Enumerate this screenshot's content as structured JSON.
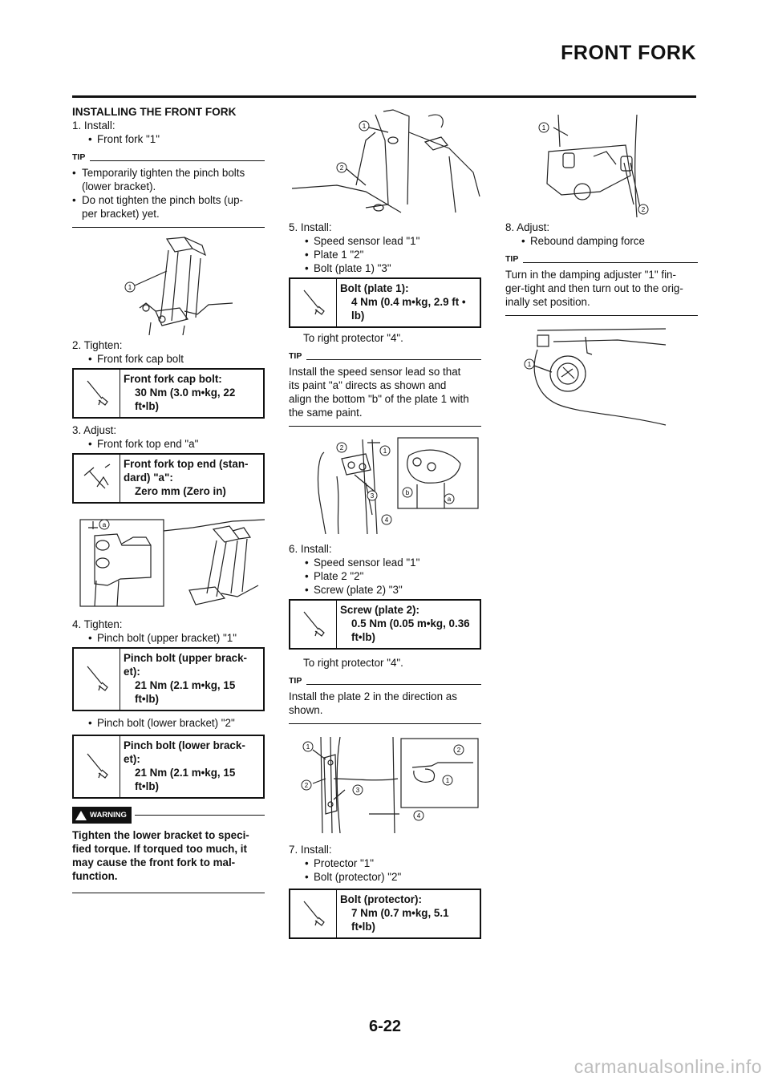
{
  "header": {
    "title": "FRONT FORK"
  },
  "col1": {
    "section_title": "INSTALLING THE FRONT FORK",
    "step1": {
      "label": "1. Install:",
      "bullet": "Front fork \"1\""
    },
    "tip1": {
      "head": "TIP",
      "items": [
        {
          "l1": "Temporarily tighten the pinch bolts",
          "l2": "(lower bracket)."
        },
        {
          "l1": "Do not tighten the pinch bolts (up-",
          "l2": "per bracket) yet."
        }
      ]
    },
    "step2": {
      "label": "2. Tighten:",
      "bullet": "Front fork cap bolt"
    },
    "spec2": {
      "name": "Front fork cap bolt:",
      "v1": "30 Nm (3.0 m•kg, 22",
      "v2": "ft•lb)"
    },
    "step3": {
      "label": "3. Adjust:",
      "bullet": "Front fork top end \"a\""
    },
    "spec3": {
      "n1": "Front fork top end (stan-",
      "n2": "dard) \"a\":",
      "v1": "Zero mm (Zero in)"
    },
    "step4": {
      "label": "4. Tighten:",
      "bullet": "Pinch bolt (upper bracket) \"1\""
    },
    "spec4": {
      "n1": "Pinch bolt (upper brack-",
      "n2": "et):",
      "v1": "21 Nm (2.1 m•kg, 15",
      "v2": "ft•lb)"
    },
    "bullet4b": "Pinch bolt (lower bracket) \"2\"",
    "spec4b": {
      "n1": "Pinch bolt (lower brack-",
      "n2": "et):",
      "v1": "21 Nm (2.1 m•kg, 15",
      "v2": "ft•lb)"
    },
    "warning": {
      "badge": "WARNING",
      "lines": [
        "Tighten the lower bracket to speci-",
        "fied torque. If torqued too much, it",
        "may cause the front fork to mal-",
        "function."
      ]
    }
  },
  "col2": {
    "step5": {
      "label": "5. Install:",
      "bullets": [
        "Speed sensor lead \"1\"",
        "Plate 1 \"2\"",
        "Bolt (plate 1) \"3\""
      ]
    },
    "spec5": {
      "name": "Bolt (plate 1):",
      "v1": "4 Nm (0.4 m•kg, 2.9 ft •",
      "v2": "lb)"
    },
    "after5": "To right protector \"4\".",
    "tip5": {
      "head": "TIP",
      "lines": [
        "Install the speed sensor lead so that",
        "its paint \"a\" directs as shown and",
        "align the bottom \"b\" of the plate 1 with",
        "the same paint."
      ]
    },
    "step6": {
      "label": "6. Install:",
      "bullets": [
        "Speed sensor lead \"1\"",
        "Plate 2 \"2\"",
        "Screw (plate 2) \"3\""
      ]
    },
    "spec6": {
      "name": "Screw (plate 2):",
      "v1": "0.5 Nm (0.05 m•kg, 0.36",
      "v2": "ft•lb)"
    },
    "after6": "To right protector \"4\".",
    "tip6": {
      "head": "TIP",
      "lines": [
        "Install the plate 2 in the direction as",
        "shown."
      ]
    },
    "step7": {
      "label": "7. Install:",
      "bullets": [
        "Protector \"1\"",
        "Bolt (protector) \"2\""
      ]
    },
    "spec7": {
      "name": "Bolt (protector):",
      "v1": "7 Nm (0.7 m•kg, 5.1",
      "v2": "ft•lb)"
    }
  },
  "col3": {
    "step8": {
      "label": "8. Adjust:",
      "bullet": "Rebound damping force"
    },
    "tip8": {
      "head": "TIP",
      "lines": [
        "Turn in the damping adjuster \"1\" fin-",
        "ger-tight and then turn out to the orig-",
        "inally set position."
      ]
    }
  },
  "callouts": {
    "c1": "1",
    "c2": "2",
    "c3": "3",
    "c4": "4",
    "ca": "a",
    "cb": "b"
  },
  "footer": {
    "page_number": "6-22"
  },
  "watermark": "carmanualsonline.info",
  "icons": [
    "wrench-icon",
    "fork-height-icon",
    "warning-icon"
  ]
}
